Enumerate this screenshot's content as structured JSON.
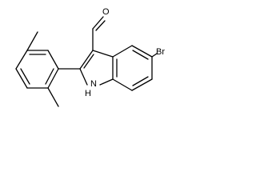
{
  "structure": {
    "atoms": {
      "oxygen": "O",
      "bromine": "Br",
      "nitrogen": "N",
      "hydrogen": "H"
    },
    "colors": {
      "bond": "#000000",
      "label": "#000000",
      "background": "#ffffff"
    }
  }
}
